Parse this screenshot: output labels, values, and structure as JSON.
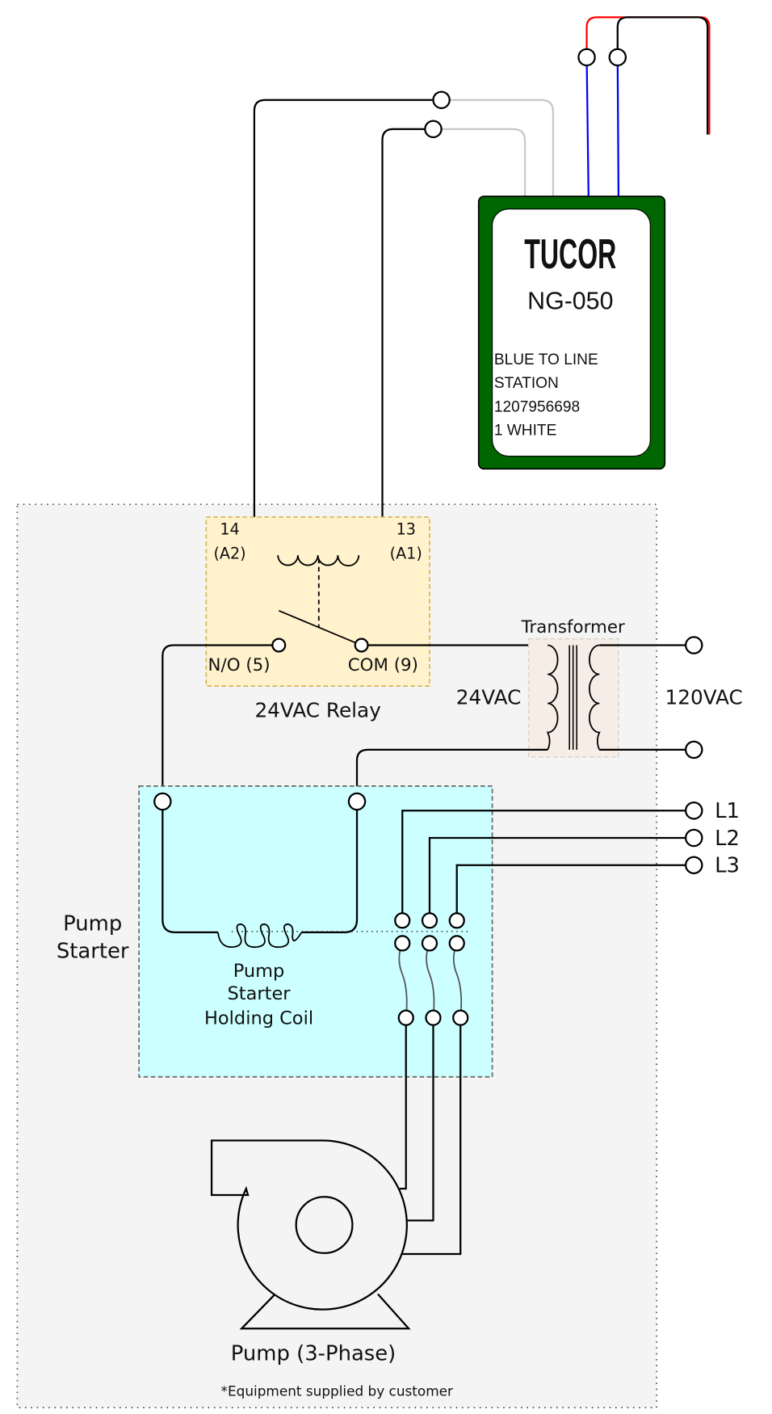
{
  "colors": {
    "enclosure_fill": "#f4f4f4",
    "relay_fill": "#fff2cc",
    "relay_border": "#d6b656",
    "starter_fill": "#ccffff",
    "transformer_fill": "#f5ede6",
    "controller_green": "#006600",
    "wire_blue": "#0000ff",
    "wire_red": "#ff0000",
    "wire_gray": "#c8c8c8"
  },
  "controller": {
    "brand": "TUCOR",
    "model": "NG-050",
    "notes": [
      "BLUE TO LINE",
      "STATION",
      "1207956698",
      "1 WHITE"
    ]
  },
  "relay": {
    "title": "24VAC Relay",
    "terminal_14": "14",
    "terminal_a2": "(A2)",
    "terminal_13": "13",
    "terminal_a1": "(A1)",
    "no_label": "N/O (5)",
    "com_label": "COM (9)"
  },
  "transformer": {
    "title": "Transformer",
    "secondary_label": "24VAC",
    "primary_label": "120VAC"
  },
  "starter": {
    "title_line1": "Pump",
    "title_line2": "Starter",
    "coil_line1": "Pump",
    "coil_line2": "Starter",
    "coil_line3": "Holding Coil",
    "lines": [
      "L1",
      "L2",
      "L3"
    ]
  },
  "pump": {
    "label": "Pump (3-Phase)"
  },
  "footnote": "*Equipment supplied by customer"
}
